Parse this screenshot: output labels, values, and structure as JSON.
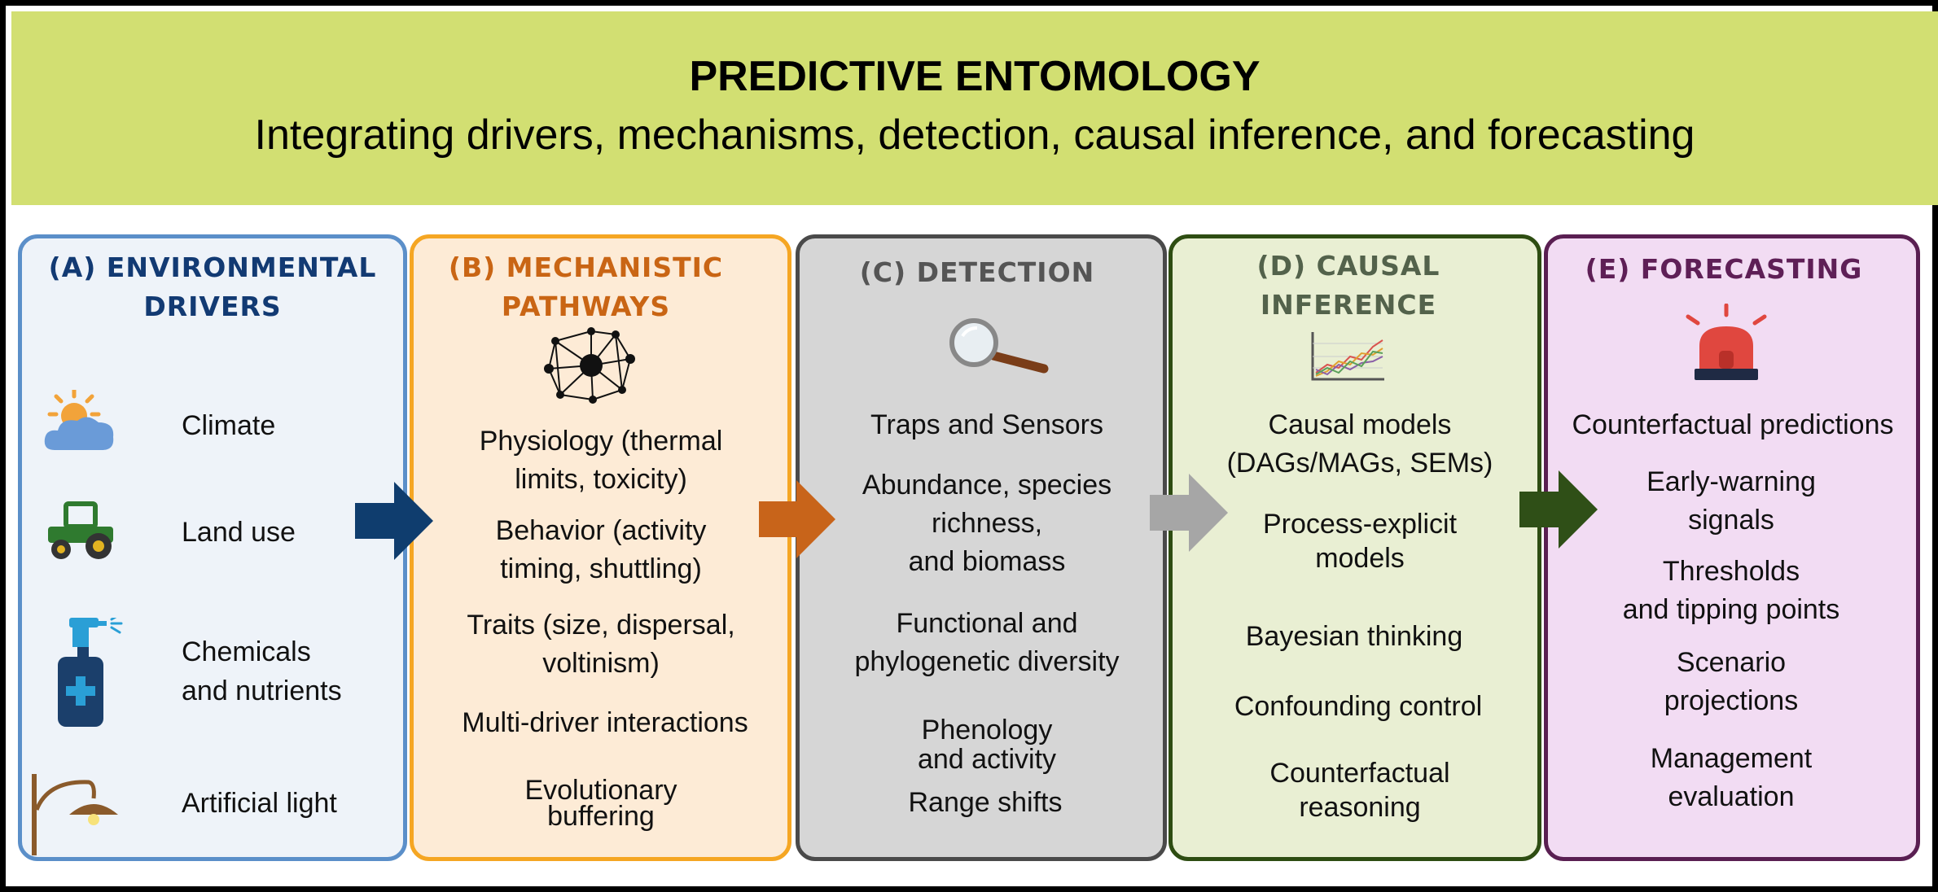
{
  "header": {
    "title": "PREDICTIVE ENTOMOLOGY",
    "subtitle": "Integrating drivers, mechanisms, detection, causal inference, and forecasting"
  },
  "colors": {
    "header_bg": "#d2df72",
    "a_border": "#5b8fc9",
    "a_bg": "#eef3f9",
    "a_title": "#123a73",
    "b_border": "#f5a623",
    "b_bg": "#fdebd6",
    "b_title": "#c96514",
    "c_border": "#4a4a4a",
    "c_bg": "#d6d6d6",
    "c_title": "#555555",
    "d_border": "#2e4d12",
    "d_bg": "#e9efd3",
    "d_title": "#53624b",
    "e_border": "#5a1f52",
    "e_bg": "#f2dcf3",
    "e_title": "#5e1f56",
    "arrow_ab": "#0f3d6e",
    "arrow_bc": "#c8641a",
    "arrow_cd": "#a6a6a6",
    "arrow_de": "#2f4f17"
  },
  "panels": {
    "a": {
      "title": [
        "(A) ENVIRONMENTAL",
        "DRIVERS"
      ],
      "items": [
        {
          "icon": "sun-cloud-icon",
          "lines": [
            "Climate"
          ]
        },
        {
          "icon": "tractor-icon",
          "lines": [
            "Land use"
          ]
        },
        {
          "icon": "spray-bottle-icon",
          "lines": [
            "Chemicals",
            "and nutrients"
          ]
        },
        {
          "icon": "street-lamp-icon",
          "lines": [
            "Artificial light"
          ]
        }
      ]
    },
    "b": {
      "title": [
        "(B) MECHANISTIC",
        "PATHWAYS"
      ],
      "icon": "network-icon",
      "items": [
        [
          "Physiology (thermal",
          "limits, toxicity)"
        ],
        [
          "Behavior (activity",
          "timing, shuttling)"
        ],
        [
          "Traits (size, dispersal,",
          "voltinism)"
        ],
        [
          "Multi-driver interactions"
        ],
        [
          "Evolutionary",
          "buffering"
        ]
      ]
    },
    "c": {
      "title": [
        "(C) DETECTION"
      ],
      "icon": "magnifying-glass-icon",
      "items": [
        [
          "Traps and Sensors"
        ],
        [
          "Abundance, species",
          "richness,",
          "and biomass"
        ],
        [
          "Functional and",
          "phylogenetic diversity"
        ],
        [
          "Phenology",
          "and activity"
        ],
        [
          "Range shifts"
        ]
      ]
    },
    "d": {
      "title": [
        "(D) CAUSAL",
        "INFERENCE"
      ],
      "icon": "line-chart-icon",
      "items": [
        [
          "Causal models",
          "(DAGs/MAGs, SEMs)"
        ],
        [
          "Process-explicit",
          "models"
        ],
        [
          "Bayesian thinking"
        ],
        [
          "Confounding control"
        ],
        [
          "Counterfactual",
          "reasoning"
        ]
      ]
    },
    "e": {
      "title": [
        "(E) FORECASTING"
      ],
      "icon": "alarm-siren-icon",
      "items": [
        [
          "Counterfactual predictions"
        ],
        [
          "Early-warning",
          "signals"
        ],
        [
          "Thresholds",
          "and tipping points"
        ],
        [
          "Scenario",
          "projections"
        ],
        [
          "Management",
          "evaluation"
        ]
      ]
    }
  }
}
